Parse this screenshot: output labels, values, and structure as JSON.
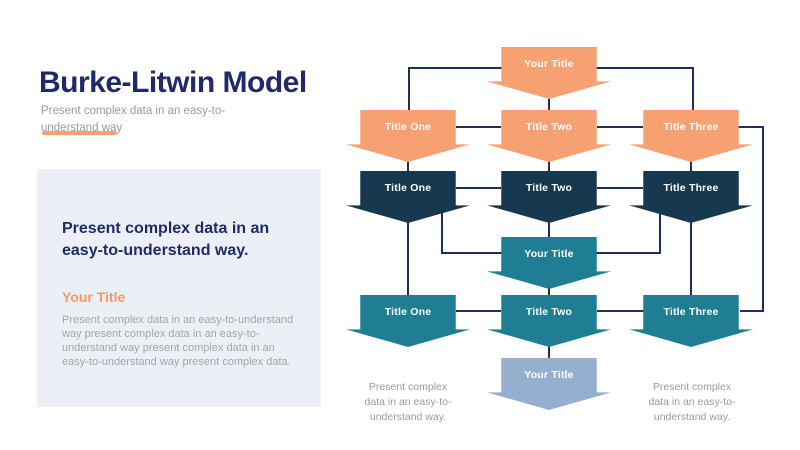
{
  "slide": {
    "title": "Burke-Litwin Model",
    "subtitle": "Present complex data in an easy-to-\nunderstand way"
  },
  "panel": {
    "heading": "Present complex data in an\neasy-to-understand way.",
    "subheading": "Your Title",
    "body": "Present complex data in an easy-to-understand way present complex data in an easy-to-understand way present complex data in an easy-to-understand way present complex data."
  },
  "diagram": {
    "nodes": [
      {
        "label": "Your Title",
        "color": "orange",
        "row": 1,
        "col": "center"
      },
      {
        "label": "Title One",
        "color": "orange",
        "row": 2,
        "col": "left"
      },
      {
        "label": "Title Two",
        "color": "orange",
        "row": 2,
        "col": "center"
      },
      {
        "label": "Title Three",
        "color": "orange",
        "row": 2,
        "col": "right"
      },
      {
        "label": "Title One",
        "color": "navy",
        "row": 3,
        "col": "left"
      },
      {
        "label": "Title Two",
        "color": "navy",
        "row": 3,
        "col": "center"
      },
      {
        "label": "Title Three",
        "color": "navy",
        "row": 3,
        "col": "right"
      },
      {
        "label": "Your Title",
        "color": "teal",
        "row": 4,
        "col": "center"
      },
      {
        "label": "Title One",
        "color": "teal",
        "row": 5,
        "col": "left"
      },
      {
        "label": "Title Two",
        "color": "teal",
        "row": 5,
        "col": "center"
      },
      {
        "label": "Title Three",
        "color": "teal",
        "row": 5,
        "col": "right"
      },
      {
        "label": "Your Title",
        "color": "lightblue",
        "row": 6,
        "col": "center"
      }
    ],
    "captions": {
      "left": "Present complex\ndata in an easy-to-\nunderstand way.",
      "right": "Present complex\ndata in an easy-to-\nunderstand way."
    },
    "colors": {
      "orange": "#F7A172",
      "navy": "#16394F",
      "teal": "#1F7E94",
      "light_blue": "#95AFCF",
      "connector": "#1E2F5C",
      "title_navy": "#20296A",
      "accent_orange": "#F49A61",
      "panel_bg": "#ECF0F6"
    }
  }
}
